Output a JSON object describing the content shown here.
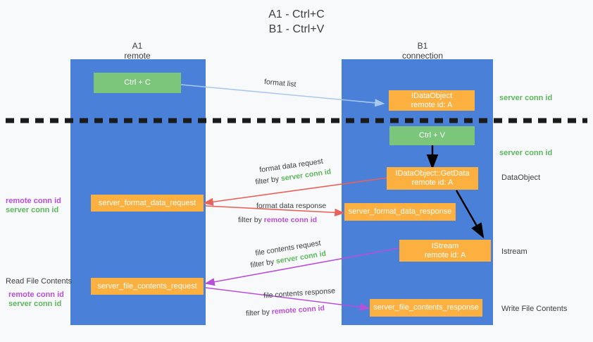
{
  "title": {
    "line1": "A1 - Ctrl+C",
    "line2": "B1 - Ctrl+V"
  },
  "colors": {
    "column": "#4a80d8",
    "green_box": "#7cc67c",
    "orange_box": "#fbb040",
    "server_conn_id": "#5cb85c",
    "remote_conn_id": "#b84fd8",
    "arrow_blue": "#a8c8ec",
    "arrow_red": "#e8615a",
    "arrow_purple": "#b84fd8",
    "arrow_black": "#000000",
    "background": "#f8f9fa"
  },
  "columns": [
    {
      "name": "A1",
      "sub": "remote"
    },
    {
      "name": "B1",
      "sub": "connection"
    }
  ],
  "boxes": {
    "ctrl_c": {
      "line1": "Ctrl + C",
      "line2": ""
    },
    "ole_dataobject": {
      "line1": "IDataObject",
      "line2": "remote id: A"
    },
    "ctrl_v": {
      "line1": "Ctrl + V",
      "line2": ""
    },
    "getdata": {
      "line1": "IDataObject::GetData",
      "line2": "remote id: A"
    },
    "server_format_data_request": {
      "line1": "server_format_data_request",
      "line2": ""
    },
    "server_format_data_response": {
      "line1": "server_format_data_response",
      "line2": ""
    },
    "istream": {
      "line1": "IStream",
      "line2": "remote id: A"
    },
    "server_file_contents_request": {
      "line1": "server_file_contents_request",
      "line2": ""
    },
    "server_file_contents_response": {
      "line1": "server_file_contents_response",
      "line2": ""
    }
  },
  "edge_labels": {
    "format_list": "format list",
    "format_data_request": "format data request",
    "format_data_request_filter_prefix": "filter by ",
    "format_data_request_filter_value": "server conn id",
    "format_data_response": "format data response",
    "format_data_response_filter_prefix": "filter by ",
    "format_data_response_filter_value": "remote conn id",
    "file_contents_request": "file contents request",
    "file_contents_request_filter_prefix": "filter by ",
    "file_contents_request_filter_value": "server conn id",
    "file_contents_response": "file contents response",
    "file_contents_response_filter_prefix": "filter by ",
    "file_contents_response_filter_value": "remote conn id"
  },
  "right_labels": {
    "server_conn_id_top": "server conn id",
    "server_conn_id_mid": "server conn id",
    "dataobject": "DataObject",
    "istream": "Istream",
    "write_file_contents": "Write File Contents"
  },
  "left_labels": {
    "remote_conn_id_1": "remote conn id",
    "server_conn_id_1": "server conn id",
    "read_file_contents": "Read File Contents",
    "remote_conn_id_2": "remote conn id",
    "server_conn_id_2": "server conn id"
  }
}
